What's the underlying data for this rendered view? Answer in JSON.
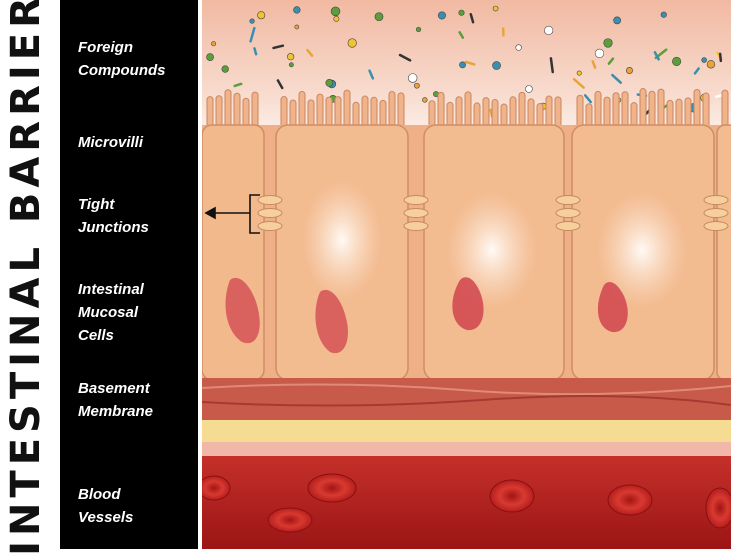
{
  "title": "INTESTINAL BARRIER",
  "labels": {
    "foreign_compounds": "Foreign\nCompounds",
    "microvilli": "Microvilli",
    "tight_junctions": "Tight\nJunctions",
    "mucosal_cells": "Intestinal\nMucosal\nCells",
    "basement_membrane": "Basement\nMembrane",
    "blood_vessels": "Blood\nVessels"
  },
  "colors": {
    "label_panel": "#000000",
    "label_text": "#ffffff",
    "cell": "#f2b98c",
    "blood": "#b51e1e",
    "membrane": "#c85a4a"
  }
}
